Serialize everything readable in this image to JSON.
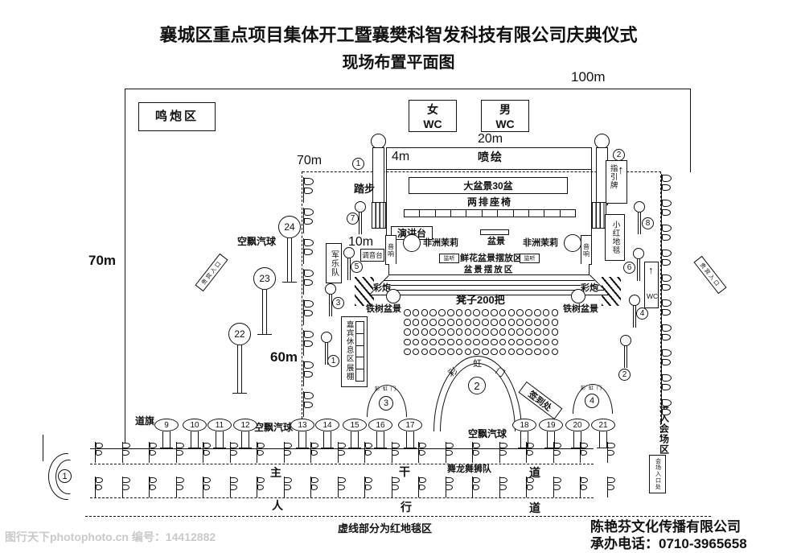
{
  "title": {
    "line1": "襄城区重点项目集体开工暨襄樊科智发科技有限公司庆典仪式",
    "line2": "现场布置平面图"
  },
  "dimensions": {
    "site_width": "100m",
    "site_height": "70m",
    "stage_width": "20m",
    "stage_depth": "4m",
    "left_span": "70m",
    "left_span2": "60m",
    "stage_offset": "10m"
  },
  "zones": {
    "firing": "鸣炮区",
    "wc_female_line1": "女",
    "wc_female_line2": "WC",
    "wc_male_line1": "男",
    "wc_male_line2": "WC",
    "banner": "喷绘",
    "big_bonsai": "大盆景30盆",
    "two_rows_seats": "两排座椅",
    "podium": "演讲台",
    "african_jasmine_left": "非洲茉莉",
    "african_jasmine_right": "非洲茉莉",
    "bonsai": "盆景",
    "speaker_left": "音响",
    "speaker_right": "音响",
    "monitor_left": "监听",
    "monitor_right": "监听",
    "flower_area": "鲜花盆景摆放区",
    "bonsai_area": "盆景摆放区",
    "steps": "踏步",
    "stools": "凳子200把",
    "cycad_left": "铁树盆景",
    "cycad_right": "铁树盆景",
    "confetti_left": "彩炮",
    "confetti_right": "彩炮",
    "band": "军乐队",
    "mixer": "调音台",
    "balloon_left_label": "空飘汽球",
    "balloon_road_label1": "空飘汽球",
    "balloon_road_label2": "空飘汽球",
    "guest_rest": "嘉宾休息区",
    "tent": "展棚",
    "sign_board": "指引牌",
    "red_carpet": "小红地毯",
    "wc_small": "WC",
    "vip_left": "贵宾入口",
    "vip_right": "贵宾入口",
    "sign_in": "签到处",
    "road_flag": "道旗",
    "dragon_team": "舞龙舞狮队",
    "main_road": [
      "主",
      "干",
      "道"
    ],
    "sidewalk": [
      "人",
      "行",
      "道"
    ],
    "enter_area": "进入会场区",
    "entrance": "会场入口处",
    "note": "虚线部分为红地毯区",
    "rainbow_gate": "彩虹门",
    "up_arrow": "↑"
  },
  "numbers": {
    "columns": [
      "1",
      "2"
    ],
    "pole_markers_left": [
      "7",
      "5",
      "3",
      "1"
    ],
    "pole_markers_right": [
      "8",
      "6",
      "4",
      "2"
    ],
    "balloons_left": [
      "24",
      "23",
      "22"
    ],
    "road_balloons": [
      "9",
      "10",
      "11",
      "12",
      "13",
      "14",
      "15",
      "16",
      "17",
      "18",
      "19",
      "20",
      "21"
    ],
    "arches": {
      "crescent": "1",
      "big": "2",
      "small_left": "3",
      "small_right": "4"
    }
  },
  "footer": {
    "company": "陈艳芬文化传播有限公司",
    "phone": "承办电话：0710-3965658",
    "watermark": "图行天下photophoto.cn 编号：14412882"
  }
}
